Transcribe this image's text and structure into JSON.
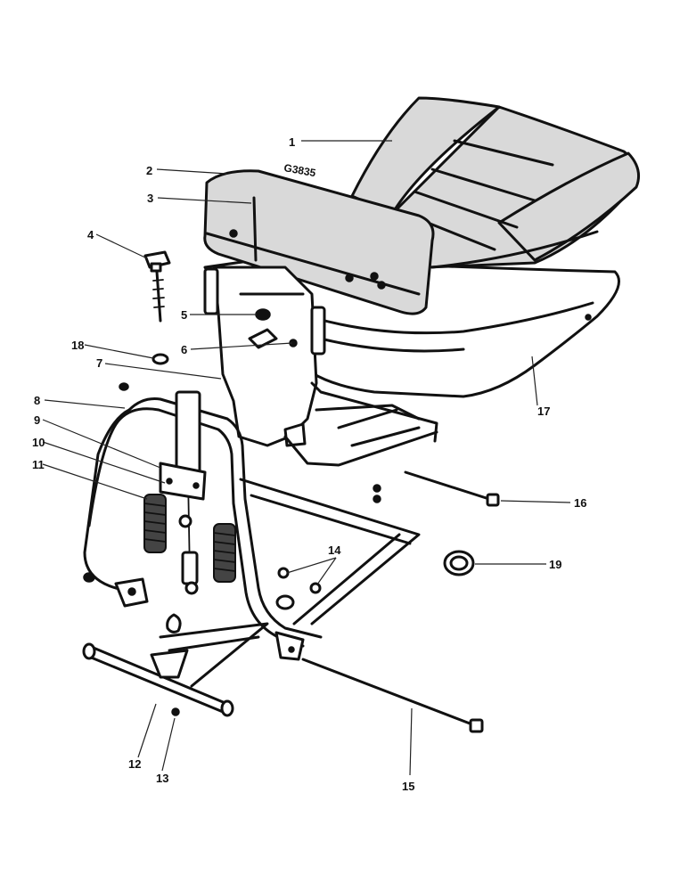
{
  "drawing_code": "G3835",
  "callouts": [
    {
      "id": "1",
      "label": "1"
    },
    {
      "id": "2",
      "label": "2"
    },
    {
      "id": "3",
      "label": "3"
    },
    {
      "id": "4",
      "label": "4"
    },
    {
      "id": "5",
      "label": "5"
    },
    {
      "id": "6",
      "label": "6"
    },
    {
      "id": "7",
      "label": "7"
    },
    {
      "id": "8",
      "label": "8"
    },
    {
      "id": "9",
      "label": "9"
    },
    {
      "id": "10",
      "label": "10"
    },
    {
      "id": "11",
      "label": "11"
    },
    {
      "id": "12",
      "label": "12"
    },
    {
      "id": "13",
      "label": "13"
    },
    {
      "id": "14",
      "label": "14"
    },
    {
      "id": "15",
      "label": "15"
    },
    {
      "id": "16",
      "label": "16"
    },
    {
      "id": "17",
      "label": "17"
    },
    {
      "id": "18",
      "label": "18"
    },
    {
      "id": "19",
      "label": "19"
    }
  ]
}
